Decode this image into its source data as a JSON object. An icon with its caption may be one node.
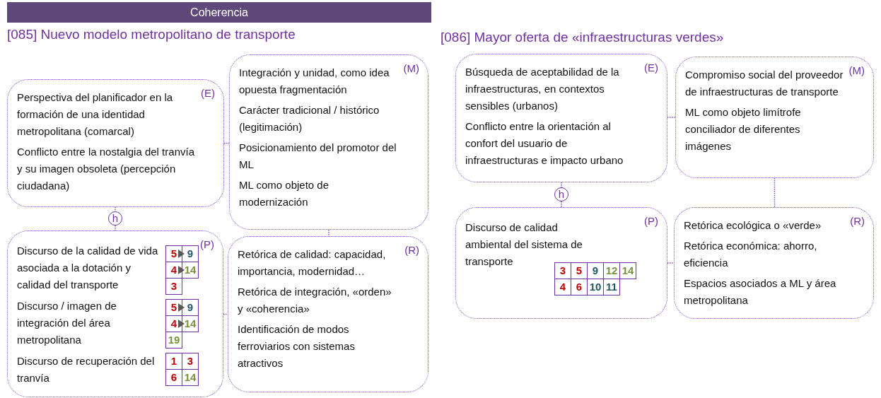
{
  "diagram": {
    "title": "Coherencia",
    "nodes": [
      {
        "text": [
          "(E)",
          "Perspectiva del planificador en la formación de una identidad metropolitana (comarcal)",
          "Conflicto entre la nostalgia del tranvía y su imagen obsoleta (percepción ciudadana)"
        ]
      },
      {
        "text": [
          "(M)",
          "Integración y unidad, como idea opuesta fragmentación",
          "Carácter tradicional / histórico (legitimación)",
          "Posicionamiento del promotor del ML",
          "ML como objeto de modernización"
        ]
      },
      {
        "text": [
          "h"
        ]
      },
      {
        "text": [
          "(P)",
          "Discurso de la calidad de vida asociada a la dotación y calidad del transporte",
          "5",
          "9",
          "4",
          "14",
          "3",
          "Discurso / imagen de integración del área metropolitana",
          "5",
          "9",
          "4",
          "14",
          "19",
          "Discurso de recuperación del tranvía",
          "1",
          "3",
          "6",
          "14"
        ]
      },
      {
        "text": [
          "(R)",
          "Retórica de calidad: capacidad, importancia, modernidad…",
          "Retórica de integración, «orden» y  «coherencia»",
          "Identificación de modos ferroviarios con sistemas atractivos"
        ]
      },
      {
        "text": [
          "(E)",
          "Búsqueda de aceptabilidad de la infraestructuras, en contextos sensibles (urbanos)",
          "Conflicto entre la orientación al confort del usuario de infraestructuras e impacto urbano"
        ]
      },
      {
        "text": [
          "(M)",
          "Compromiso social del proveedor de infraestructuras de transporte",
          "ML como objeto limítrofe conciliador de diferentes imágenes"
        ]
      },
      {
        "text": [
          "h"
        ]
      },
      {
        "text": [
          "(P)",
          "Discurso de calidad ambiental del sistema de transporte",
          "3",
          "5",
          "9",
          "12",
          "14",
          "4",
          "6",
          "10",
          "11"
        ]
      },
      {
        "text": [
          "(R)",
          "Retórica ecológica o «verde»",
          "Retórica económica: ahorro, eficiencia",
          "Espacios asociados a ML y área metropolitana"
        ]
      }
    ],
    "edges": [
      {
        "from": 0,
        "to": 1,
        "arrow": "none"
      },
      {
        "from": 0,
        "to": 2,
        "arrow": "none"
      },
      {
        "from": 2,
        "to": 3,
        "arrow": "none"
      },
      {
        "from": 1,
        "to": 4,
        "arrow": "none"
      },
      {
        "from": 3,
        "to": 4,
        "arrow": "none"
      },
      {
        "from": 5,
        "to": 6,
        "arrow": "none"
      },
      {
        "from": 5,
        "to": 7,
        "arrow": "none"
      },
      {
        "from": 7,
        "to": 8,
        "arrow": "none"
      },
      {
        "from": 6,
        "to": 9,
        "arrow": "none"
      },
      {
        "from": 8,
        "to": 9,
        "arrow": "none"
      }
    ],
    "labels": [
      "[085] Nuevo modelo metropolitano de transporte",
      "[086] Mayor oferta de «infraestructuras verdes»"
    ]
  }
}
